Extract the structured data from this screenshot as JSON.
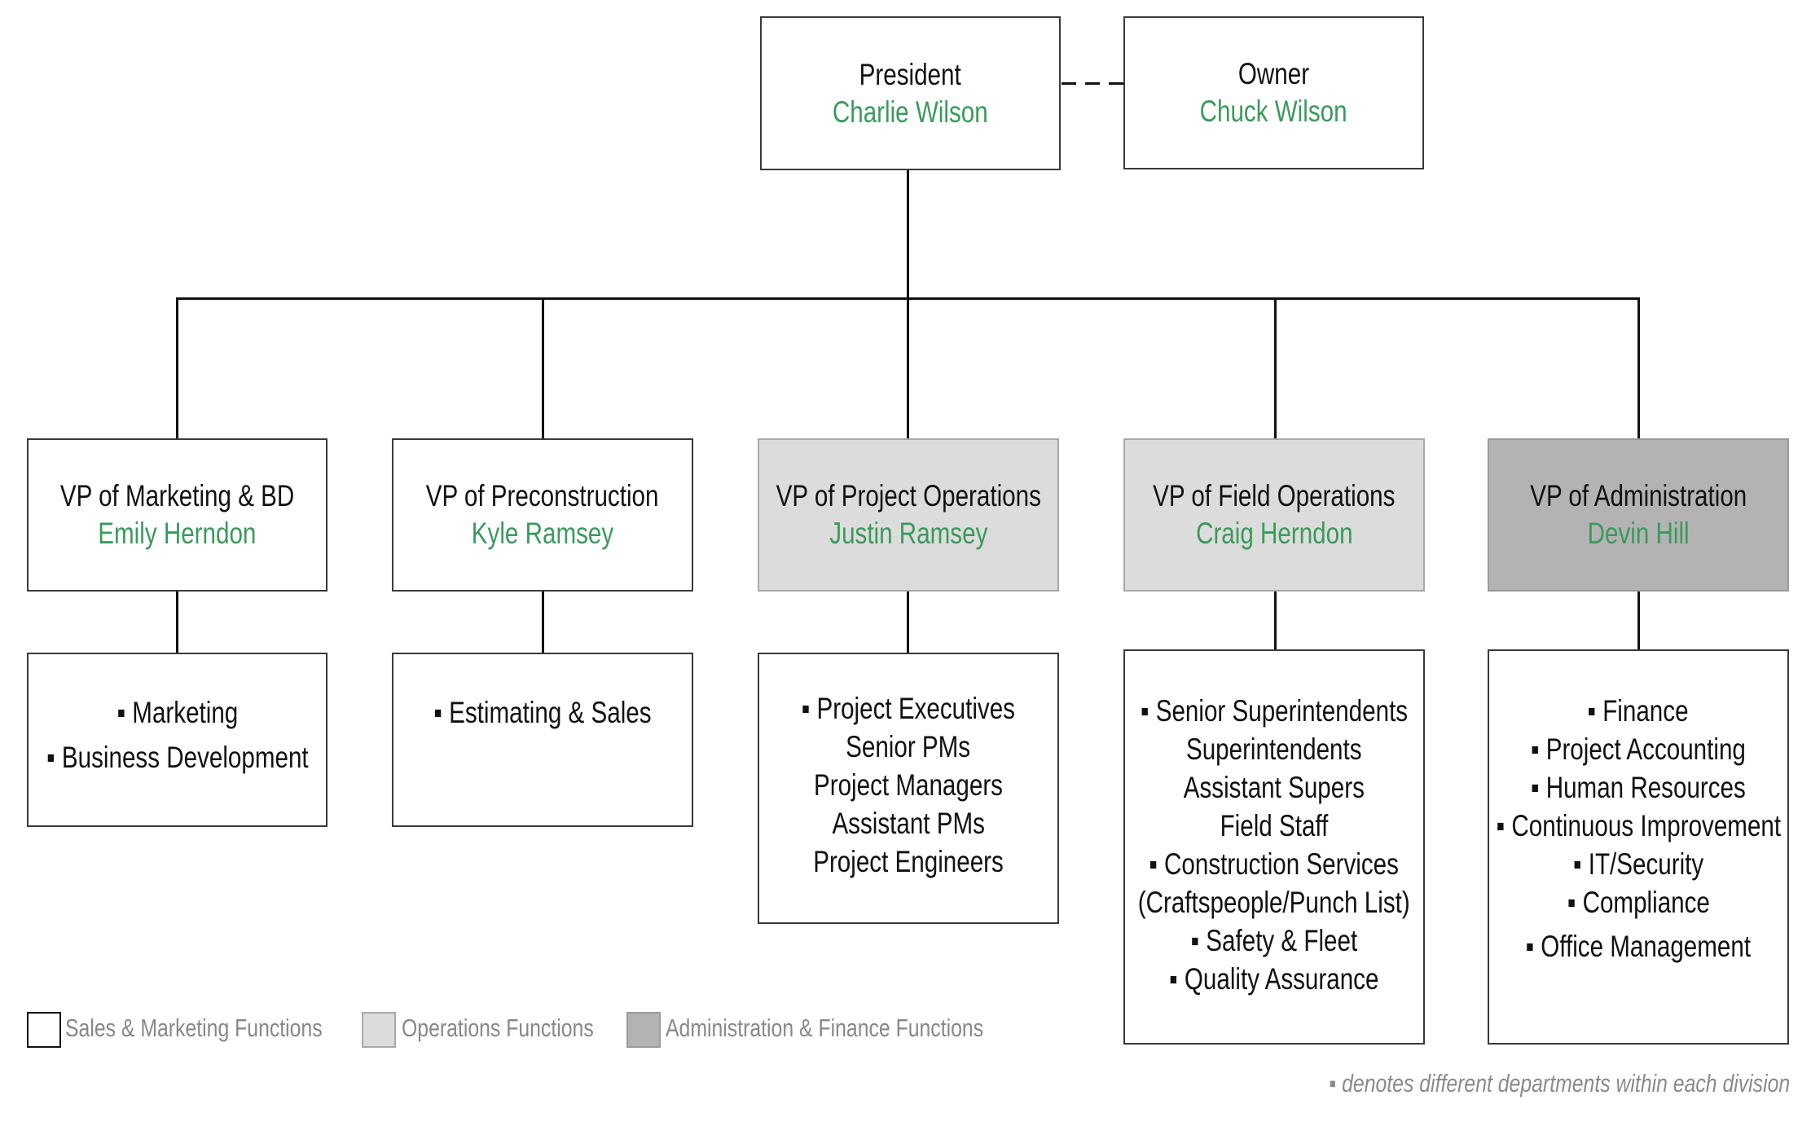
{
  "bullet": "▪",
  "colors": {
    "name_green": "#3a9a5b",
    "operations_fill": "#dcdcdc",
    "administration_fill": "#b3b3b3",
    "sales_fill": "#ffffff"
  },
  "top": {
    "president": {
      "title": "President",
      "name": "Charlie Wilson"
    },
    "owner": {
      "title": "Owner",
      "name": "Chuck Wilson"
    }
  },
  "vps": [
    {
      "title": "VP of Marketing & BD",
      "name": "Emily Herndon",
      "category": "sales"
    },
    {
      "title": "VP of Preconstruction",
      "name": "Kyle Ramsey",
      "category": "sales"
    },
    {
      "title": "VP of Project Operations",
      "name": "Justin Ramsey",
      "category": "operations"
    },
    {
      "title": "VP of Field Operations",
      "name": "Craig Herndon",
      "category": "operations"
    },
    {
      "title": "VP of Administration",
      "name": "Devin Hill",
      "category": "administration"
    }
  ],
  "departments": [
    {
      "lines": [
        "▪ Marketing",
        "▪ Business Development"
      ]
    },
    {
      "lines": [
        "▪ Estimating & Sales"
      ]
    },
    {
      "lines": [
        "▪ Project Executives",
        "Senior PMs",
        "Project Managers",
        "Assistant PMs",
        "Project Engineers"
      ]
    },
    {
      "lines": [
        "▪ Senior Superintendents",
        "Superintendents",
        "Assistant Supers",
        "Field Staff",
        "▪ Construction Services",
        "(Craftspeople/Punch List)",
        "▪ Safety & Fleet",
        "▪ Quality Assurance"
      ]
    },
    {
      "lines": [
        "▪ Finance",
        "▪ Project Accounting",
        "▪ Human Resources",
        "▪ Continuous Improvement",
        "▪ IT/Security",
        "▪ Compliance",
        "▪ Office Management"
      ]
    }
  ],
  "legend": [
    {
      "label": "Sales & Marketing Functions",
      "category": "sales"
    },
    {
      "label": "Operations Functions",
      "category": "operations"
    },
    {
      "label": "Administration & Finance Functions",
      "category": "administration"
    }
  ],
  "footnote": "▪ denotes different departments within each division"
}
